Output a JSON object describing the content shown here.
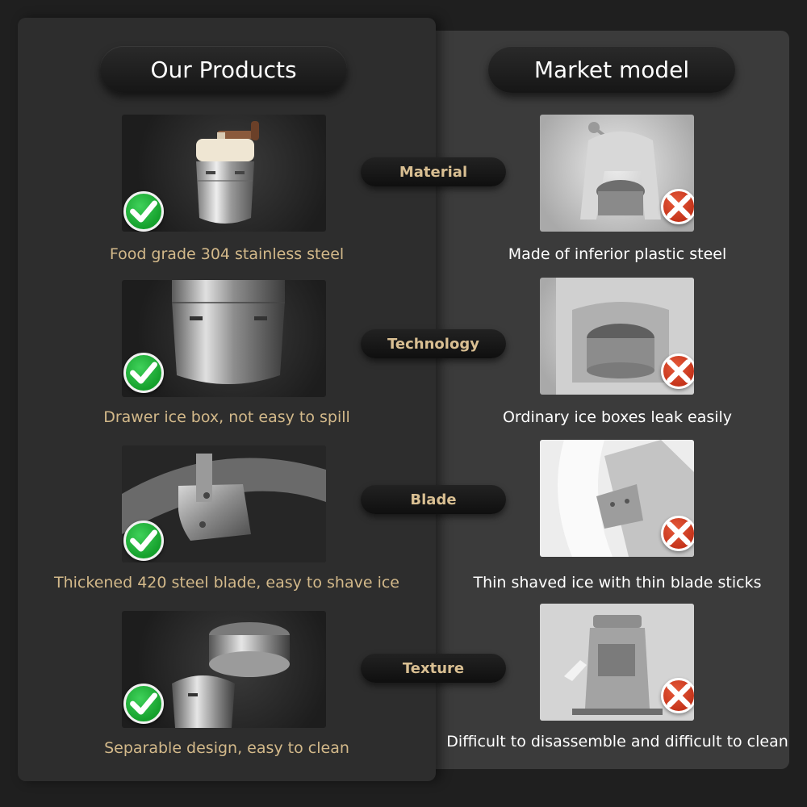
{
  "headers": {
    "ours": "Our Products",
    "market": "Market model"
  },
  "rows": [
    {
      "feature": "Material",
      "ours": "Food grade 304 stainless steel",
      "market": "Made of inferior plastic steel"
    },
    {
      "feature": "Technology",
      "ours": "Drawer ice box, not easy to spill",
      "market": "Ordinary ice boxes leak easily"
    },
    {
      "feature": "Blade",
      "ours": "Thickened 420 steel blade, easy to shave ice",
      "market": "Thin shaved ice with thin blade sticks"
    },
    {
      "feature": "Texture",
      "ours": "Separable design, easy to clean",
      "market": "Difficult to disassemble and difficult to clean"
    }
  ],
  "icons": {
    "ours": "check-icon",
    "market": "cross-icon"
  },
  "colors": {
    "check": "#15a02c",
    "cross": "#c5341b",
    "gold_text": "#d3b98a",
    "pill_text": "#d9bf92"
  }
}
